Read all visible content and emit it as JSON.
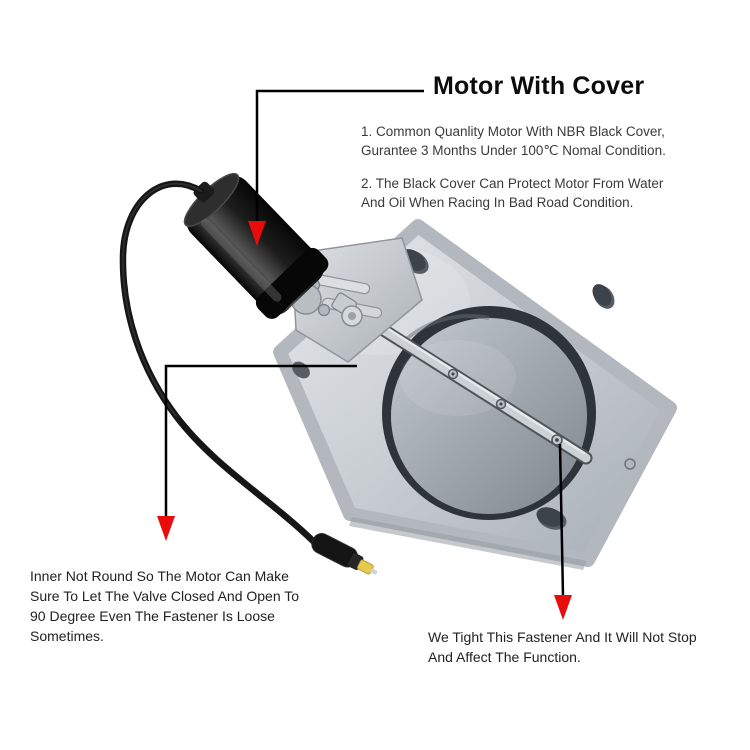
{
  "page": {
    "background": "#ffffff",
    "type": "product-annotation-diagram"
  },
  "title": {
    "text": "Motor With Cover"
  },
  "notes": {
    "note1": {
      "lines": [
        "1. Common Quanlity Motor With NBR Black Cover,",
        "Gurantee 3 Months Under 100℃ Nomal Condition."
      ]
    },
    "note2": {
      "lines": [
        "2. The Black Cover Can Protect Motor From Water",
        "And Oil When Racing In Bad Road Condition."
      ]
    },
    "bottom_left": {
      "lines": [
        "Inner Not Round So The Motor Can Make",
        "Sure To Let The Valve Closed And Open To",
        "90 Degree Even The Fastener Is Loose",
        "Sometimes."
      ]
    },
    "bottom_right": {
      "lines": [
        "We Tight This Fastener And It Will Not Stop",
        "And Affect The Function."
      ]
    }
  },
  "diagram": {
    "subject": "electric exhaust cutout valve with motor and cover",
    "parts": [
      "motor with black NBR cover",
      "power wire with plug",
      "mounting bracket",
      "flange plate",
      "butterfly valve disc",
      "valve rod",
      "fastener screw"
    ],
    "colors": {
      "leader_line": "#000000",
      "arrowhead": "#e80c0c",
      "motor_cover": "#141414",
      "plate_metal": "#cdd2d6",
      "plug_tip": "#e6c94d"
    }
  }
}
